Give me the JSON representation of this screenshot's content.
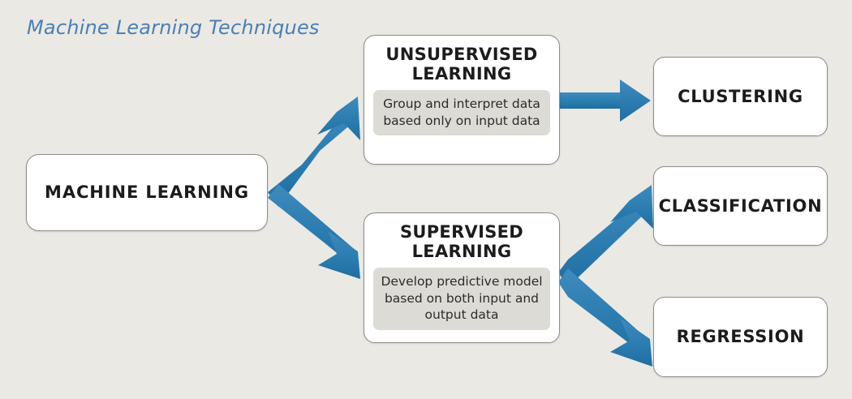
{
  "title": "Machine Learning Techniques",
  "colors": {
    "background": "#ebe9e4",
    "title_blue": "#4a80b5",
    "arrow_blue": "#2b7cb0",
    "box_fill": "#ffffff",
    "box_border": "#8d8b87",
    "desc_panel": "#dddbd6",
    "text": "#1c1c1c"
  },
  "nodes": {
    "root": {
      "label": "MACHINE LEARNING"
    },
    "unsupervised": {
      "label": "UNSUPERVISED LEARNING",
      "description": "Group and interpret data based only on input data"
    },
    "supervised": {
      "label": "SUPERVISED LEARNING",
      "description": "Develop predictive model based on both input and output data"
    },
    "clustering": {
      "label": "CLUSTERING"
    },
    "classification": {
      "label": "CLASSIFICATION"
    },
    "regression": {
      "label": "REGRESSION"
    }
  },
  "edges": [
    {
      "name": "ml-to-unsupervised",
      "from": "MACHINE LEARNING",
      "to": "UNSUPERVISED LEARNING",
      "direction": "up-right"
    },
    {
      "name": "ml-to-supervised",
      "from": "MACHINE LEARNING",
      "to": "SUPERVISED LEARNING",
      "direction": "down-right"
    },
    {
      "name": "unsupervised-to-clustering",
      "from": "UNSUPERVISED LEARNING",
      "to": "CLUSTERING",
      "direction": "right"
    },
    {
      "name": "supervised-to-classification",
      "from": "SUPERVISED LEARNING",
      "to": "CLASSIFICATION",
      "direction": "up-right"
    },
    {
      "name": "supervised-to-regression",
      "from": "SUPERVISED LEARNING",
      "to": "REGRESSION",
      "direction": "down-right"
    }
  ]
}
